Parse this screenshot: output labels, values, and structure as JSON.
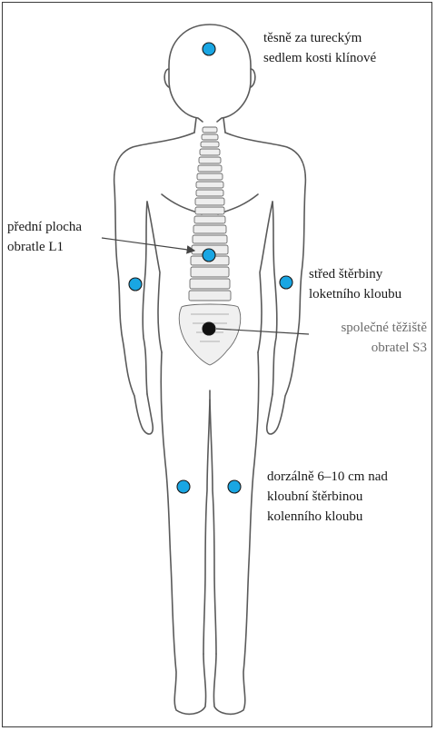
{
  "labels": {
    "sella": "těsně za tureckým\nsedlem kosti klínové",
    "l1": "přední plocha\nobratle L1",
    "elbow": "střed štěrbiny\nloketního kloubu",
    "cog": "společné těžiště\nobratel S3",
    "knee": "dorzálně 6–10 cm nad\nkloubní štěrbinou\nkolenního kloubu"
  },
  "colors": {
    "marker": "#19a6e3",
    "center_of_gravity": "#111111",
    "outline": "#5a5a5a",
    "leader_line": "#444444"
  }
}
